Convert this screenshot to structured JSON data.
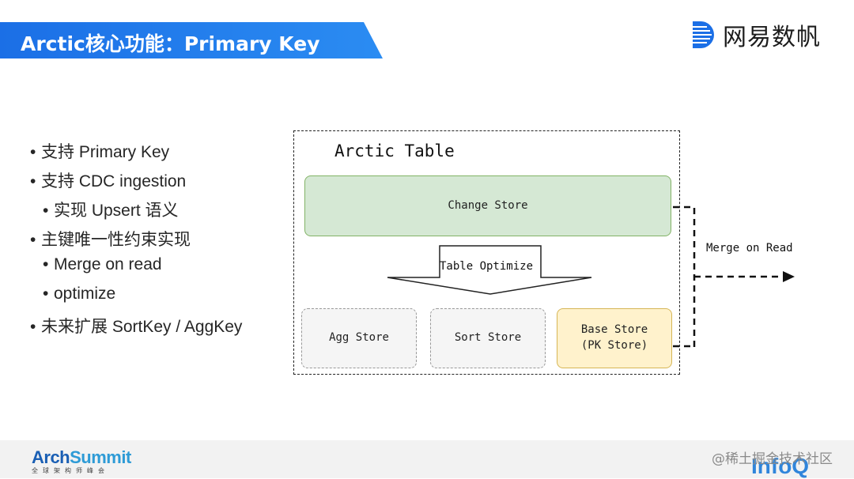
{
  "header": {
    "title": "Arctic核心功能：Primary Key",
    "brand": "网易数帆",
    "brand_color": "#1b6fe6"
  },
  "bullets": [
    {
      "text": "支持 Primary Key",
      "level": 1
    },
    {
      "text": "支持 CDC ingestion",
      "level": 1
    },
    {
      "text": "实现 Upsert 语义",
      "level": 2
    },
    {
      "text": "主键唯一性约束实现",
      "level": 1
    },
    {
      "text": "Merge on read",
      "level": 2
    },
    {
      "text": "optimize",
      "level": 2
    },
    {
      "text": "未来扩展 SortKey / AggKey",
      "level": 1
    }
  ],
  "diagram": {
    "container_label": "Arctic Table",
    "change_store": "Change Store",
    "optimize_label": "Table Optimize",
    "agg_store": "Agg Store",
    "sort_store": "Sort Store",
    "base_store_line1": "Base Store",
    "base_store_line2": "(PK Store)",
    "merge_label": "Merge on Read"
  },
  "footer": {
    "arch_part1": "Arch",
    "arch_part2": "Summit",
    "arch_sub": "全球架构师峰会",
    "watermark": "@稀土掘金技术社区",
    "infoq": "InfoQ"
  }
}
